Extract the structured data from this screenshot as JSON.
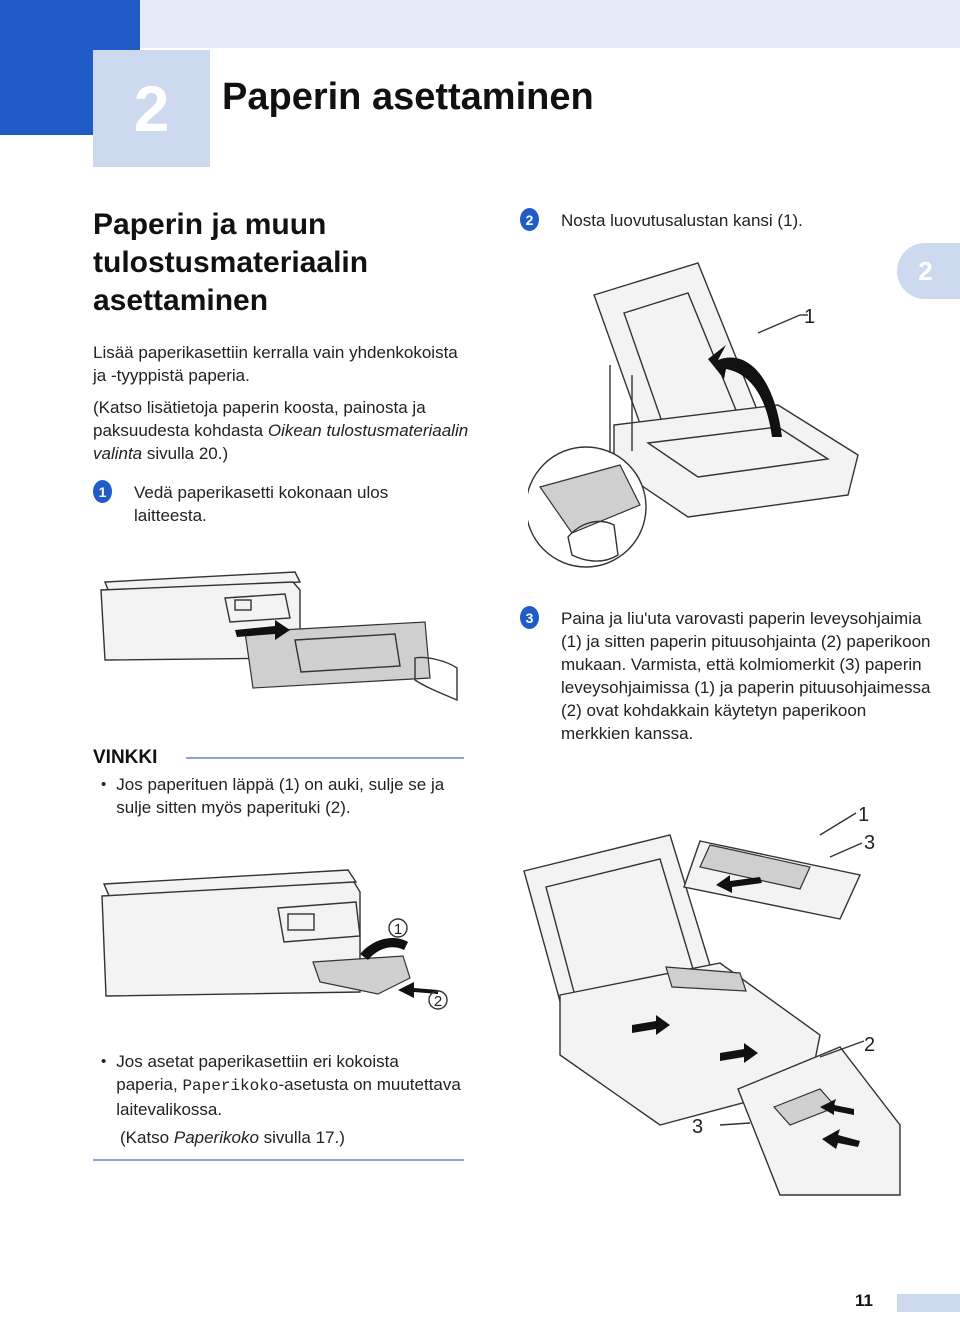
{
  "chapter": {
    "number": "2",
    "title": "Paperin asettaminen",
    "side_tab": "2"
  },
  "section": {
    "title": "Paperin ja muun tulostusmateriaalin asettaminen"
  },
  "intro": {
    "p1": "Lisää paperikasettiin kerralla vain yhdenkokoista ja -tyyppistä paperia.",
    "p2_before": "(Katso lisätietoja paperin koosta, painosta ja paksuudesta kohdasta ",
    "p2_link": "Oikean tulostusmateriaalin valinta",
    "p2_after": " sivulla 20.)"
  },
  "steps": [
    {
      "badge": "1",
      "text": "Vedä paperikasetti kokonaan ulos laitteesta."
    },
    {
      "badge": "2",
      "text": "Nosta luovutusalustan kansi (1)."
    },
    {
      "badge": "3",
      "text": "Paina ja liu'uta varovasti paperin leveysohjaimia (1) ja sitten paperin pituusohjainta (2) paperikoon mukaan. Varmista, että kolmiomerkit (3) paperin leveysohjaimissa (1) ja paperin pituusohjaimessa (2) ovat kohdakkain käytetyn paperikoon merkkien kanssa."
    }
  ],
  "note": {
    "title": "VINKKI",
    "bullet1": "Jos paperituen läppä (1) on auki, sulje se ja sulje sitten myös paperituki (2).",
    "bullet2_before": "Jos asetat paperikasettiin eri kokoista paperia, ",
    "bullet2_code": "Paperikoko",
    "bullet2_after": "-asetusta on muutettava laitevalikossa.",
    "ref_before": "(Katso ",
    "ref_link": "Paperikoko",
    "ref_after": " sivulla 17.)"
  },
  "callouts": {
    "tray_lid_1": "1",
    "guides_1": "1",
    "guides_3a": "3",
    "guides_2": "2",
    "guides_3b": "3",
    "support_1": "1",
    "support_2": "2"
  },
  "page_number": "11",
  "colors": {
    "accent": "#1f5cc7",
    "light_accent": "#cdd9ef",
    "header_light": "#e6ecf8"
  }
}
